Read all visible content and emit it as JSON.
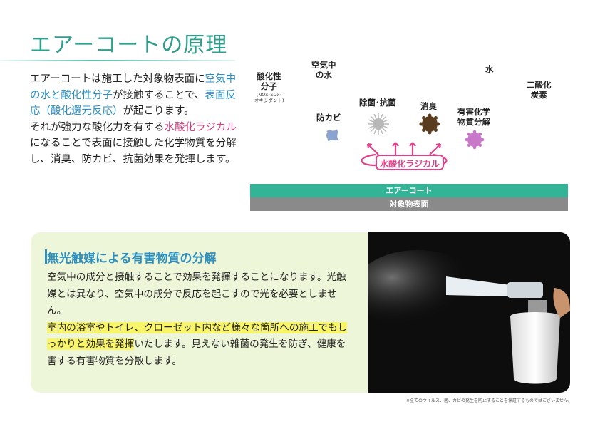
{
  "title": "エアーコートの原理",
  "intro": {
    "p1_a": "エアーコートは施工した対象物表面に",
    "p1_b": "空気中の水と酸化性分子",
    "p1_c": "が接触することで、",
    "p1_d": "表面反応（酸化還元反応）",
    "p1_e": "が起こります。",
    "p2_a": "それが強力な酸化力を有する",
    "p2_b": "水酸化ラジカル",
    "p2_c": "になることで表面に接触した化学物質を分解し、消臭、防カビ、抗菌効果を発揮します。"
  },
  "diagram": {
    "oxidizer_label": "酸化性\n分子",
    "oxidizer_note": "(NOx･SOx･\nオキシダント)",
    "air_water_label": "空気中\nの水",
    "water_label": "水",
    "co2_label": "二酸化\n炭素",
    "antimold_label": "防カビ",
    "antibac_label": "除菌･抗菌",
    "deodor_label": "消臭",
    "decomp_label": "有害化学\n物質分解",
    "radical_label": "水酸化ラジカル",
    "coat_label": "エアーコート",
    "surface_label": "対象物表面",
    "colors": {
      "coat": "#34b497",
      "surface": "#8a8a8a",
      "radical": "#e0428a",
      "antimold": "#8aa4cf",
      "antibac": "#b8b8b8",
      "deodor": "#5a3d1e",
      "decomp": "#c978c9"
    }
  },
  "panel": {
    "heading": "無光触媒による有害物質の分解",
    "t1": "空気中の成分と接触することで効果を発揮することになります。光触媒とは異なり、空気中の成分で反応を起こすので光を必要としません。",
    "t2_hl": "室内の浴室やトイレ、クローゼット内など様々な箇所への施工でもしっかりと効果を発揮",
    "t3": "いたします。見えない雑菌の発生を防ぎ、健康を害する有害物質を分散します。",
    "photo_icon": "spray-gun-icon"
  },
  "footnote": "※全てのウイルス、菌、カビの発生を防止することを保証するものではございません。"
}
